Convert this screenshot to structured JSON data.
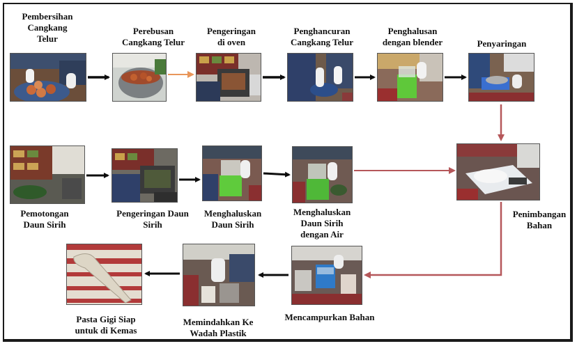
{
  "steps": {
    "s1": {
      "label": "Pembersihan\nCangkang\nTelur",
      "photo": "egg-shell-cleaning-photo"
    },
    "s2": {
      "label": "Perebusan\nCangkang Telur",
      "photo": "egg-shell-boiling-photo"
    },
    "s3": {
      "label": "Pengeringan\ndi oven",
      "photo": "oven-drying-photo"
    },
    "s4": {
      "label": "Penghancuran\nCangkang Telur",
      "photo": "egg-shell-crushing-photo"
    },
    "s5": {
      "label": "Penghalusan\ndengan blender",
      "photo": "blender-grinding-photo"
    },
    "s6": {
      "label": "Penyaringan",
      "photo": "sieving-photo"
    },
    "s7": {
      "label": "Penimbangan\nBahan",
      "photo": "weighing-scale-photo"
    },
    "s8": {
      "label": "Pemotongan\nDaun Sirih",
      "photo": "betel-leaf-cutting-photo"
    },
    "s9": {
      "label": "Pengeringan Daun Sirih",
      "photo": "betel-leaf-drying-photo"
    },
    "s10": {
      "label": "Menghaluskan\nDaun Sirih",
      "photo": "betel-leaf-grinding-photo"
    },
    "s11": {
      "label": "Menghaluskan\nDaun Sirih\ndengan Air",
      "photo": "betel-leaf-water-grinding-photo"
    },
    "s12": {
      "label": "Mencampurkan Bahan",
      "photo": "mixing-ingredients-photo"
    },
    "s13": {
      "label": "Memindahkan Ke\nWadah Plastik",
      "photo": "transfer-container-photo"
    },
    "s14": {
      "label": "Pasta Gigi Siap\nuntuk di Kemas",
      "photo": "toothpaste-ready-photo"
    }
  },
  "colors": {
    "black_arrow": "#0d0d0d",
    "red_arrow": "#b5575a",
    "orange_arrow": "#e8965a"
  }
}
